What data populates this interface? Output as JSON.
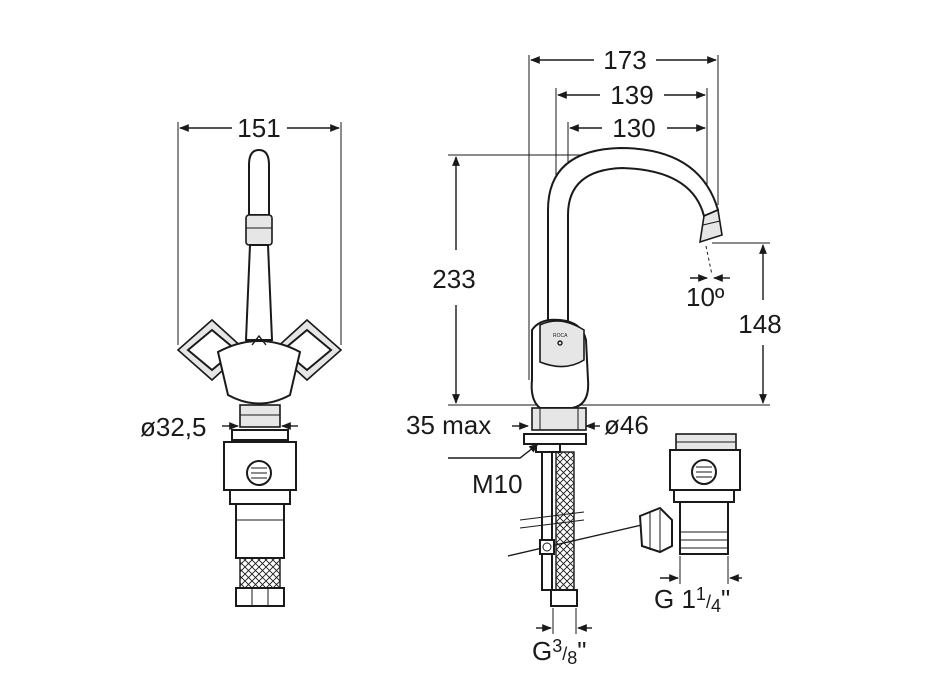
{
  "diagram": {
    "front_view": {
      "width_label": "151",
      "hole_diameter_label": "ø32,5"
    },
    "side_view": {
      "reach_total_label": "173",
      "reach_mid_label": "139",
      "reach_inner_label": "130",
      "height_label": "233",
      "spout_height_label": "148",
      "spout_angle_label": "10º",
      "deck_thickness_label": "35 max",
      "base_diameter_label": "ø46",
      "stud_thread_label": "M10",
      "hose_connection": {
        "prefix": "G",
        "numerator": "3",
        "denominator": "8",
        "suffix": "\""
      },
      "waste_connection": {
        "prefix": "G 1",
        "numerator": "1",
        "denominator": "4",
        "suffix": "\""
      }
    }
  }
}
